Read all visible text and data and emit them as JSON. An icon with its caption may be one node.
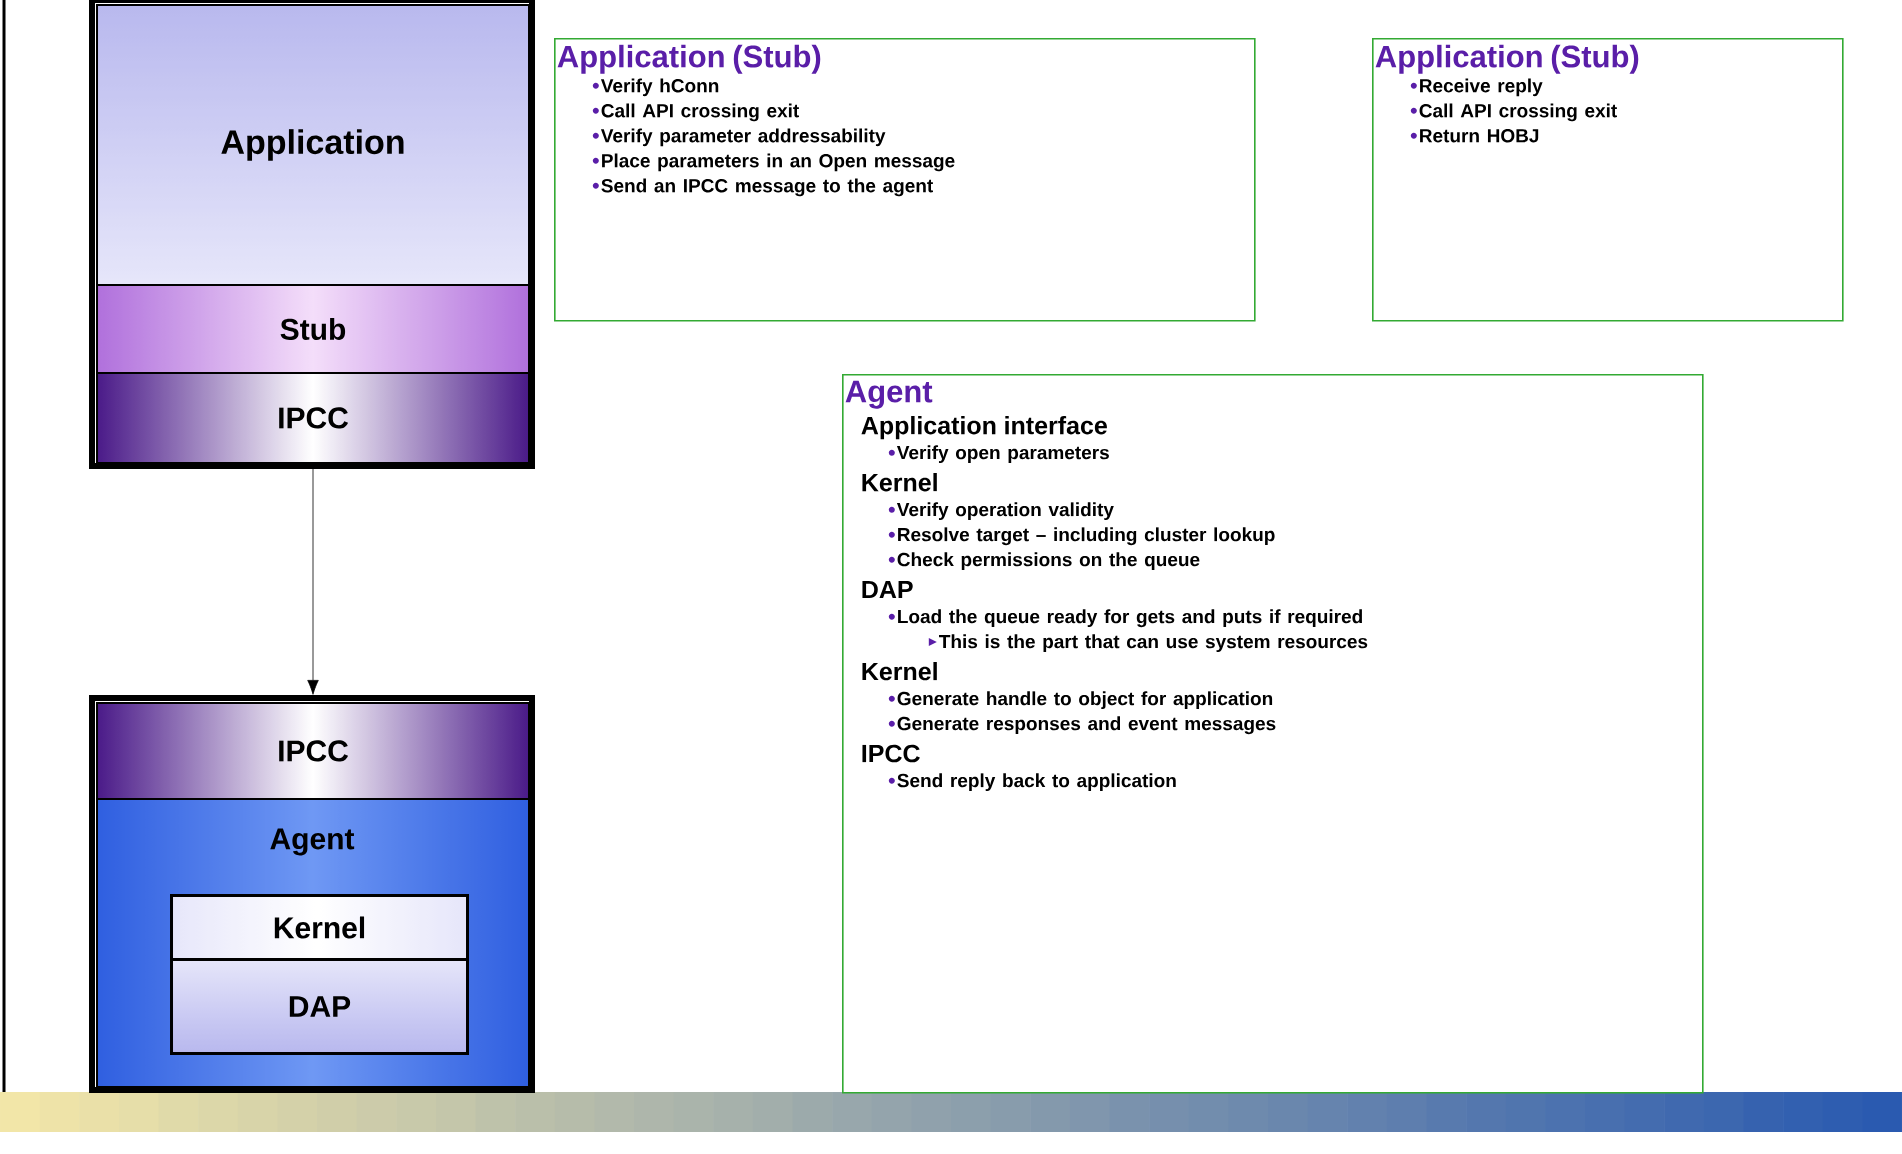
{
  "diagram": {
    "nodes": [
      {
        "text": [
          "Application"
        ]
      },
      {
        "text": [
          "Stub"
        ]
      },
      {
        "text": [
          "IPCC"
        ]
      },
      {
        "text": [
          "IPCC"
        ]
      },
      {
        "text": [
          "Agent"
        ]
      },
      {
        "text": [
          "Kernel"
        ],
        "in": 4
      },
      {
        "text": [
          "DAP"
        ],
        "in": 4
      },
      {
        "text": [
          "Application (Stub)",
          "Verify hConn",
          "Call API crossing exit",
          "Verify parameter addressability",
          "Place parameters in an Open message",
          "Send an IPCC message to the agent"
        ]
      },
      {
        "text": [
          "Application (Stub)",
          "Receive reply",
          "Call API crossing exit",
          "Return HOBJ"
        ]
      },
      {
        "text": [
          "Agent",
          "Application interface",
          "Verify open parameters",
          "Kernel",
          "Verify operation validity",
          "Resolve target – including cluster lookup",
          "Check permissions on the queue",
          "DAP",
          "Load the queue ready for gets and puts if required",
          "This is the part that can use system resources",
          "Kernel",
          "Generate handle to object for application",
          "Generate responses and event messages",
          "IPCC",
          "Send reply back to application"
        ]
      }
    ],
    "edges": [
      {
        "from": 2,
        "to": 3,
        "arrow": "to"
      }
    ]
  }
}
